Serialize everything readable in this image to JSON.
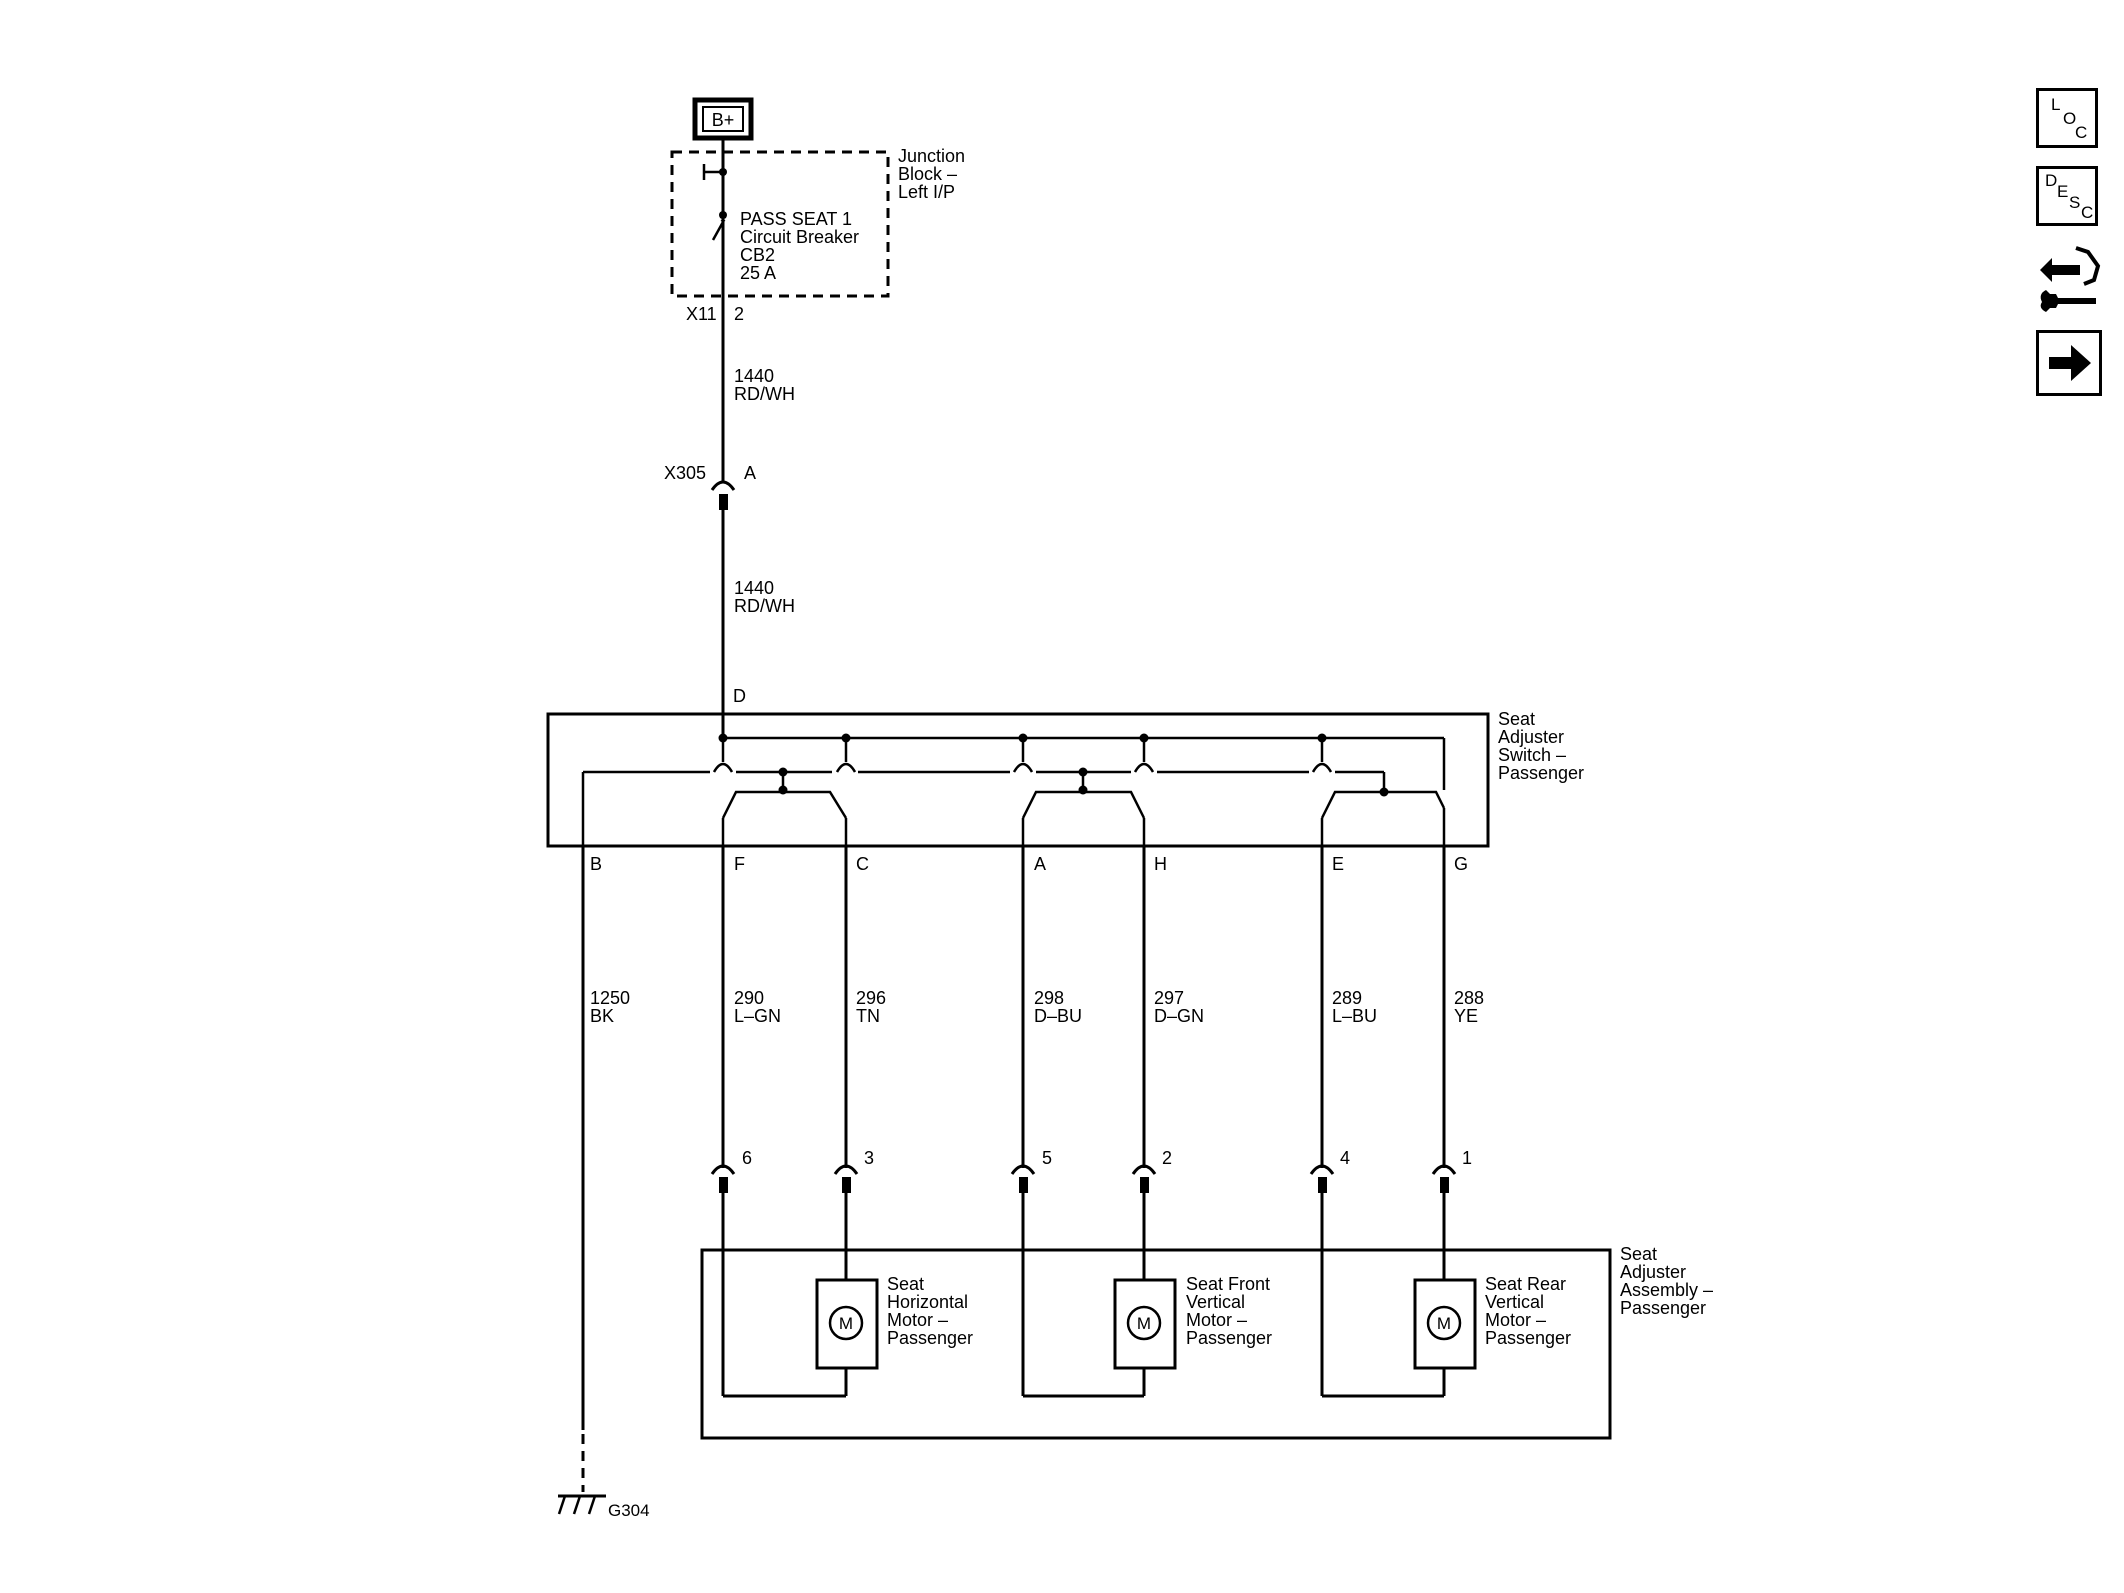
{
  "power": {
    "label": "B+"
  },
  "junction_block": {
    "name_lines": [
      "Junction",
      "Block –",
      "Left I/P"
    ],
    "breaker_lines": [
      "PASS SEAT 1",
      "Circuit Breaker",
      "CB2",
      "25 A"
    ],
    "connector": "X11",
    "pin": "2"
  },
  "feed_wire": {
    "circuit": "1440",
    "color": "RD/WH"
  },
  "inline_connector": {
    "name": "X305",
    "pin": "A"
  },
  "switch": {
    "name_lines": [
      "Seat",
      "Adjuster",
      "Switch –",
      "Passenger"
    ],
    "input_pin": "D",
    "pins": [
      "B",
      "F",
      "C",
      "A",
      "H",
      "E",
      "G"
    ]
  },
  "wires": [
    {
      "pin": "B",
      "circuit": "1250",
      "color": "BK"
    },
    {
      "pin": "F",
      "circuit": "290",
      "color": "L–GN",
      "motor_pin": "6"
    },
    {
      "pin": "C",
      "circuit": "296",
      "color": "TN",
      "motor_pin": "3"
    },
    {
      "pin": "A",
      "circuit": "298",
      "color": "D–BU",
      "motor_pin": "5"
    },
    {
      "pin": "H",
      "circuit": "297",
      "color": "D–GN",
      "motor_pin": "2"
    },
    {
      "pin": "E",
      "circuit": "289",
      "color": "L–BU",
      "motor_pin": "4"
    },
    {
      "pin": "G",
      "circuit": "288",
      "color": "YE",
      "motor_pin": "1"
    }
  ],
  "assembly": {
    "name_lines": [
      "Seat",
      "Adjuster",
      "Assembly –",
      "Passenger"
    ]
  },
  "motors": [
    {
      "symbol": "M",
      "name_lines": [
        "Seat",
        "Horizontal",
        "Motor –",
        "Passenger"
      ]
    },
    {
      "symbol": "M",
      "name_lines": [
        "Seat Front",
        "Vertical",
        "Motor –",
        "Passenger"
      ]
    },
    {
      "symbol": "M",
      "name_lines": [
        "Seat Rear",
        "Vertical",
        "Motor –",
        "Passenger"
      ]
    }
  ],
  "ground": {
    "label": "G304"
  },
  "side_buttons": {
    "loc": [
      "L",
      "O",
      "C"
    ],
    "desc": [
      "D",
      "E",
      "S",
      "C"
    ]
  }
}
